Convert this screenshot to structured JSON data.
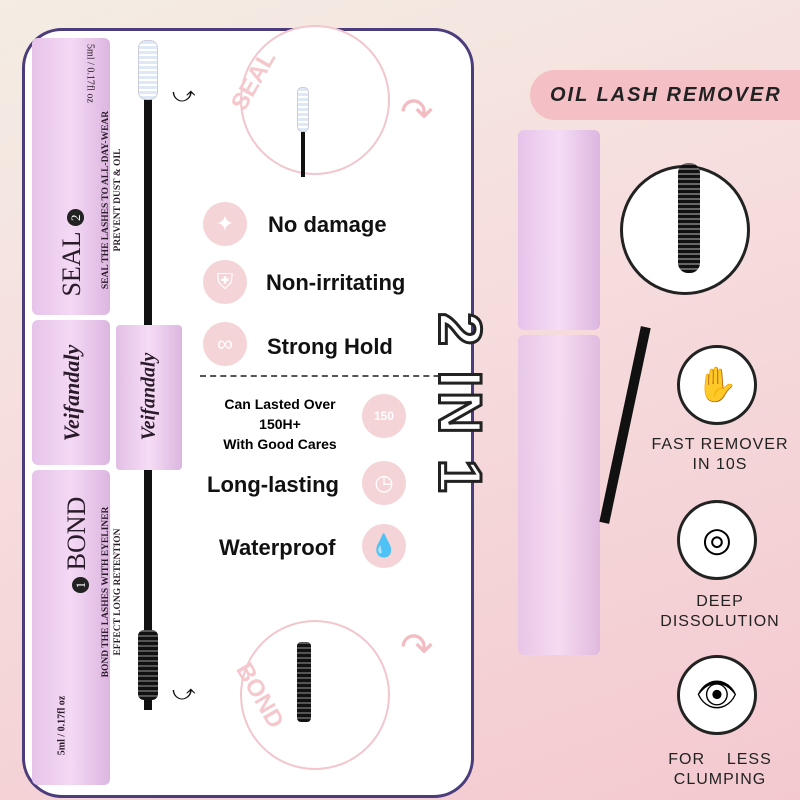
{
  "banner": "OIL LASH REMOVER",
  "tube": {
    "seal_title": "SEAL",
    "seal_num": "2",
    "seal_line1": "SEAL THE LASHES TO ALL-DAY-WEAR",
    "seal_line2": "PREVENT DUST & OIL",
    "seal_volume": "5ml / 0.17fl oz",
    "brand": "Veifandaly",
    "bond_title": "BOND",
    "bond_num": "1",
    "bond_line1": "BOND THE LASHES WITH EYELINER",
    "bond_line2": "EFFECT LONG RETENTION",
    "bond_volume": "5ml / 0.17fl oz"
  },
  "seal_label": "SEAL",
  "bond_label": "BOND",
  "features": [
    {
      "label": "No damage",
      "icon": "sparkle-icon"
    },
    {
      "label": "Non-irritating",
      "icon": "shield-icon"
    },
    {
      "label": "Strong Hold",
      "icon": "link-icon"
    },
    {
      "label": "Can Lasted Over\n150H+\nWith Good Cares",
      "icon": "150-badge-icon",
      "badge": "150"
    },
    {
      "label": "Long-lasting",
      "icon": "clock-icon"
    },
    {
      "label": "Waterproof",
      "icon": "water-drop-icon"
    }
  ],
  "two_in_one": "2 IN 1",
  "remover_features": [
    {
      "label": "FAST REMOVER\nIN 10S",
      "icon": "hand-wash-icon"
    },
    {
      "label": "DEEP\nDISSOLUTION",
      "icon": "bubbles-icon"
    },
    {
      "label": "FOR    LESS\nCLUMPING",
      "icon": "eye-lash-icon"
    }
  ]
}
